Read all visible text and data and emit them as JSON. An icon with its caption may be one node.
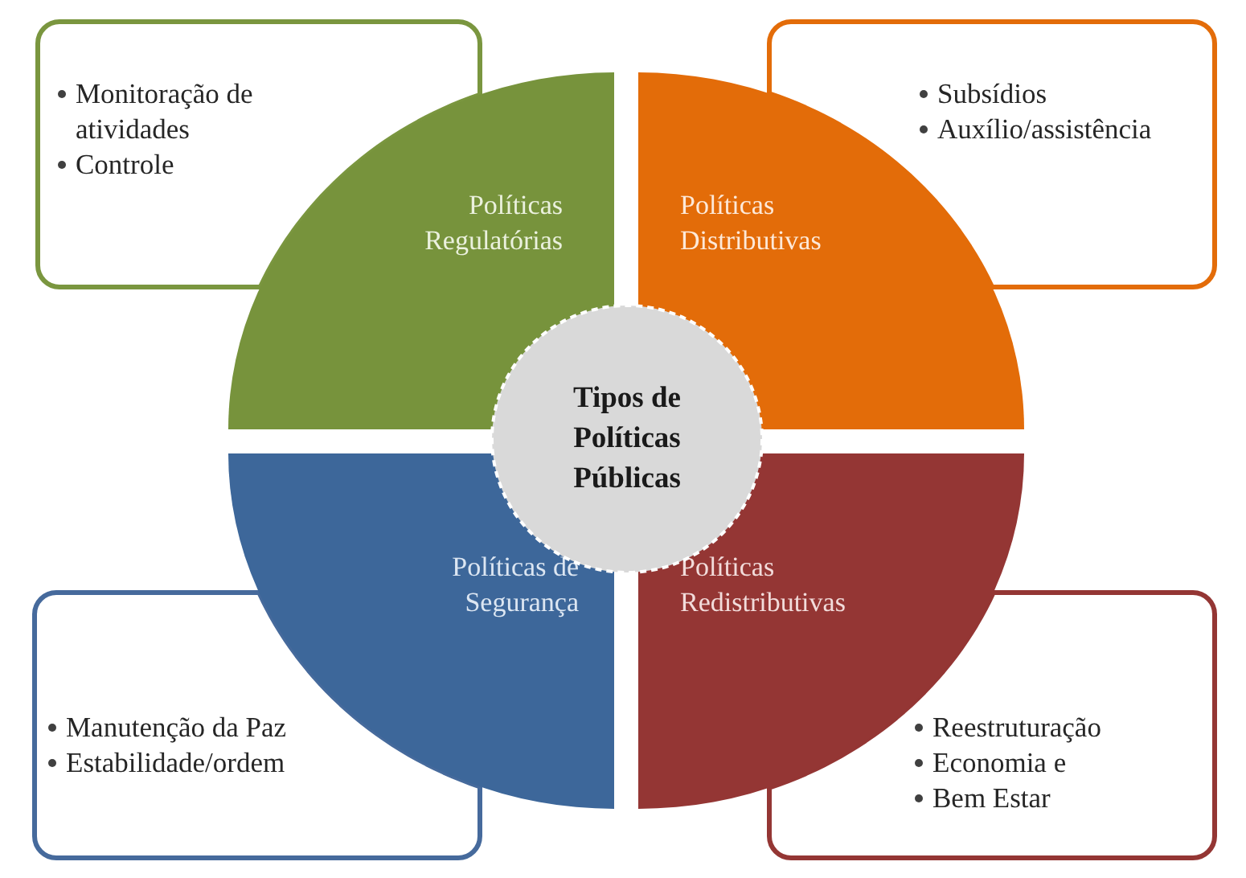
{
  "diagram": {
    "nodes": [
      {
        "text": [
          "Monitoração de atividades",
          "Controle"
        ]
      },
      {
        "text": [
          "Subsídios",
          "Auxílio/assistência"
        ]
      },
      {
        "text": [
          "Políticas Regulatórias"
        ]
      },
      {
        "text": [
          "Políticas Distributivas"
        ]
      },
      {
        "text": [
          "Tipos de Políticas Públicas"
        ]
      },
      {
        "text": [
          "Políticas de Segurança"
        ]
      },
      {
        "text": [
          "Políticas Redistributivas"
        ]
      },
      {
        "text": [
          "Manutenção da Paz",
          "Estabilidade/ordem"
        ]
      },
      {
        "text": [
          "Reestruturação",
          "Economia e",
          "Bem Estar"
        ]
      }
    ]
  }
}
